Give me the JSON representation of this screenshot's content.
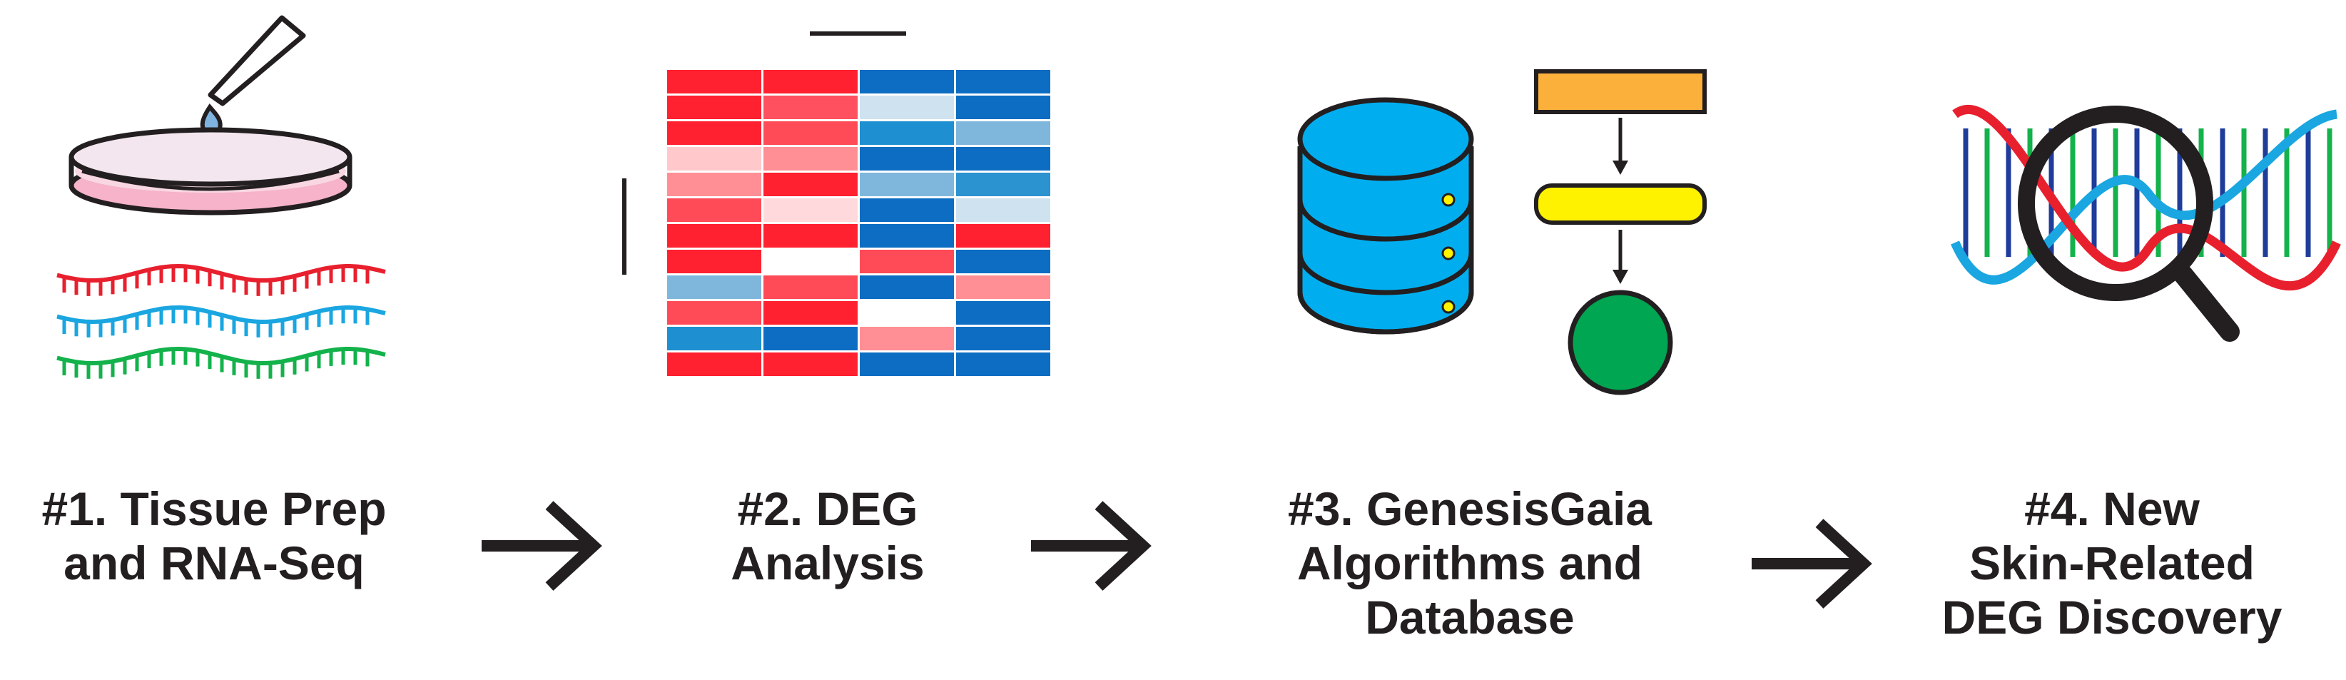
{
  "steps": [
    {
      "label_lines": [
        "#1. Tissue Prep",
        "and RNA-Seq"
      ]
    },
    {
      "label_lines": [
        "#2. DEG",
        "Analysis"
      ]
    },
    {
      "label_lines": [
        "#3. GenesisGaia",
        "Algorithms and",
        "Database"
      ]
    },
    {
      "label_lines": [
        "#4. New",
        "Skin-Related",
        "DEG Discovery"
      ]
    }
  ],
  "heatmap": {
    "rows": [
      [
        "#ff2030",
        "#ff2030",
        "#0c6dc2",
        "#0c6dc2"
      ],
      [
        "#ff2030",
        "#ff5060",
        "#cfe2f0",
        "#0c6dc2"
      ],
      [
        "#ff2030",
        "#ff4a57",
        "#1e8fd0",
        "#7fb7dc"
      ],
      [
        "#ffc9cc",
        "#ff8f95",
        "#0c6dc2",
        "#0c6dc2"
      ],
      [
        "#ff8f95",
        "#ff2030",
        "#7fb7dc",
        "#2b93d0"
      ],
      [
        "#ff4a57",
        "#ffd9db",
        "#0c6dc2",
        "#cfe2f0"
      ],
      [
        "#ff2030",
        "#ff2030",
        "#0c6dc2",
        "#ff2030"
      ],
      [
        "#ff2030",
        "#ffffff",
        "#ff4a57",
        "#0c6dc2"
      ],
      [
        "#7fb7dc",
        "#ff4a57",
        "#0c6dc2",
        "#ff8f95"
      ],
      [
        "#ff4a57",
        "#ff2030",
        "#ffffff",
        "#0c6dc2"
      ],
      [
        "#1e8fd0",
        "#0c6dc2",
        "#ff8f95",
        "#0c6dc2"
      ],
      [
        "#ff2030",
        "#ff2030",
        "#0c6dc2",
        "#0c6dc2"
      ]
    ]
  },
  "colors": {
    "text": "#231f20",
    "rna_red": "#e8202e",
    "rna_blue": "#1aa6e0",
    "rna_green": "#13b24b",
    "database": "#00aeef",
    "flow_orange": "#fbb03b",
    "flow_yellow": "#fff200",
    "flow_green": "#00a651",
    "dna_red": "#e8202e",
    "dna_blue": "#1aa6e0",
    "rung_blue": "#1f3c9b",
    "rung_green": "#13b24b"
  },
  "icons": [
    "petri-dish-icon",
    "pipette-icon",
    "rna-strands-icon",
    "heatmap-icon",
    "database-icon",
    "flowchart-icon",
    "dna-helix-icon",
    "magnifier-icon",
    "right-arrow-icon"
  ]
}
